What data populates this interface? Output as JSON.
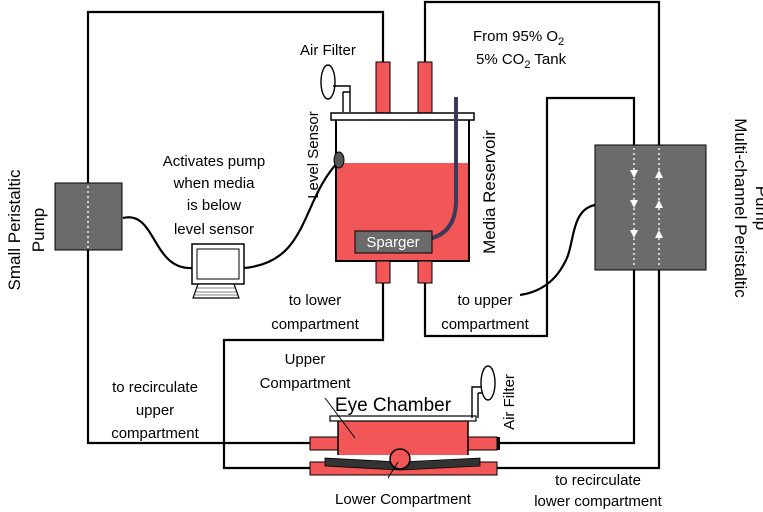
{
  "colors": {
    "media": "#f25656",
    "pump_body": "#6b6b6b",
    "line": "#000000",
    "sparger_tube": "#3a3a5a",
    "background": "#ffffff"
  },
  "labels": {
    "air_filter_top": "Air Filter",
    "gas_source_line1": "From 95% O",
    "gas_source_sub1": "2",
    "gas_source_line2": "5% CO",
    "gas_source_sub2": "2",
    "gas_source_line2_end": " Tank",
    "small_pump_line1": "Small Peristaltic",
    "small_pump_line2": "Pump",
    "activates_line1": "Activates pump",
    "activates_line2": "when media",
    "activates_line3": "is below",
    "activates_line4": "level sensor",
    "level_sensor": "Level Sensor",
    "sparger": "Sparger",
    "media_reservoir": "Media Reservoir",
    "multi_pump_line1": "Multi-channel Peristaltic",
    "multi_pump_line2": "Pump",
    "to_lower_line1": "to lower",
    "to_lower_line2": "compartment",
    "to_upper_line1": "to upper",
    "to_upper_line2": "compartment",
    "upper_comp_line1": "Upper",
    "upper_comp_line2": "Compartment",
    "eye_chamber": "Eye Chamber",
    "air_filter_chamber": "Air Filter",
    "recirc_upper_line1": "to recirculate",
    "recirc_upper_line2": "upper",
    "recirc_upper_line3": "compartment",
    "lower_comp": "Lower Compartment",
    "recirc_lower_line1": "to recirculate",
    "recirc_lower_line2": "lower compartment"
  }
}
